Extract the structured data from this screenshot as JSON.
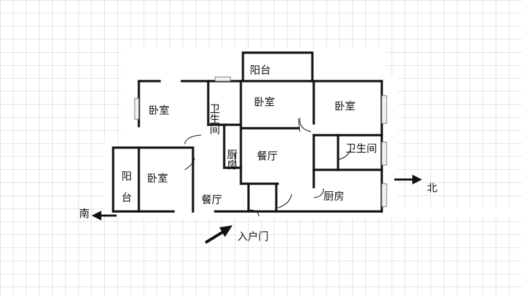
{
  "rooms": {
    "balcony_top": "阳台",
    "bedroom_left": "卧室",
    "bathroom_mid": "卫生间",
    "bedroom_mid": "卧室",
    "bedroom_right": "卧室",
    "kitchen_mid": "厨房",
    "dining_mid": "餐厅",
    "bathroom_right": "卫生间",
    "balcony_left": "阳台",
    "bedroom_lower": "卧室",
    "dining_low": "餐厅",
    "kitchen_right": "厨房"
  },
  "labels": {
    "south": "南",
    "north": "北",
    "entrance": "入户门"
  }
}
